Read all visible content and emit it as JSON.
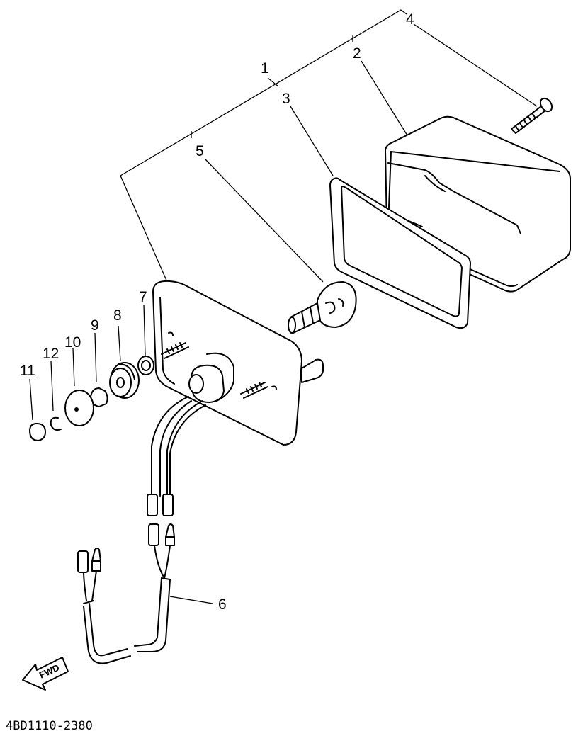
{
  "callouts": {
    "c1": "1",
    "c2": "2",
    "c3": "3",
    "c4": "4",
    "c5": "5",
    "c6": "6",
    "c7": "7",
    "c8": "8",
    "c9": "9",
    "c10": "10",
    "c11": "11",
    "c12": "12"
  },
  "fwd_label": "FWD",
  "part_number": "4BD1110-2380"
}
